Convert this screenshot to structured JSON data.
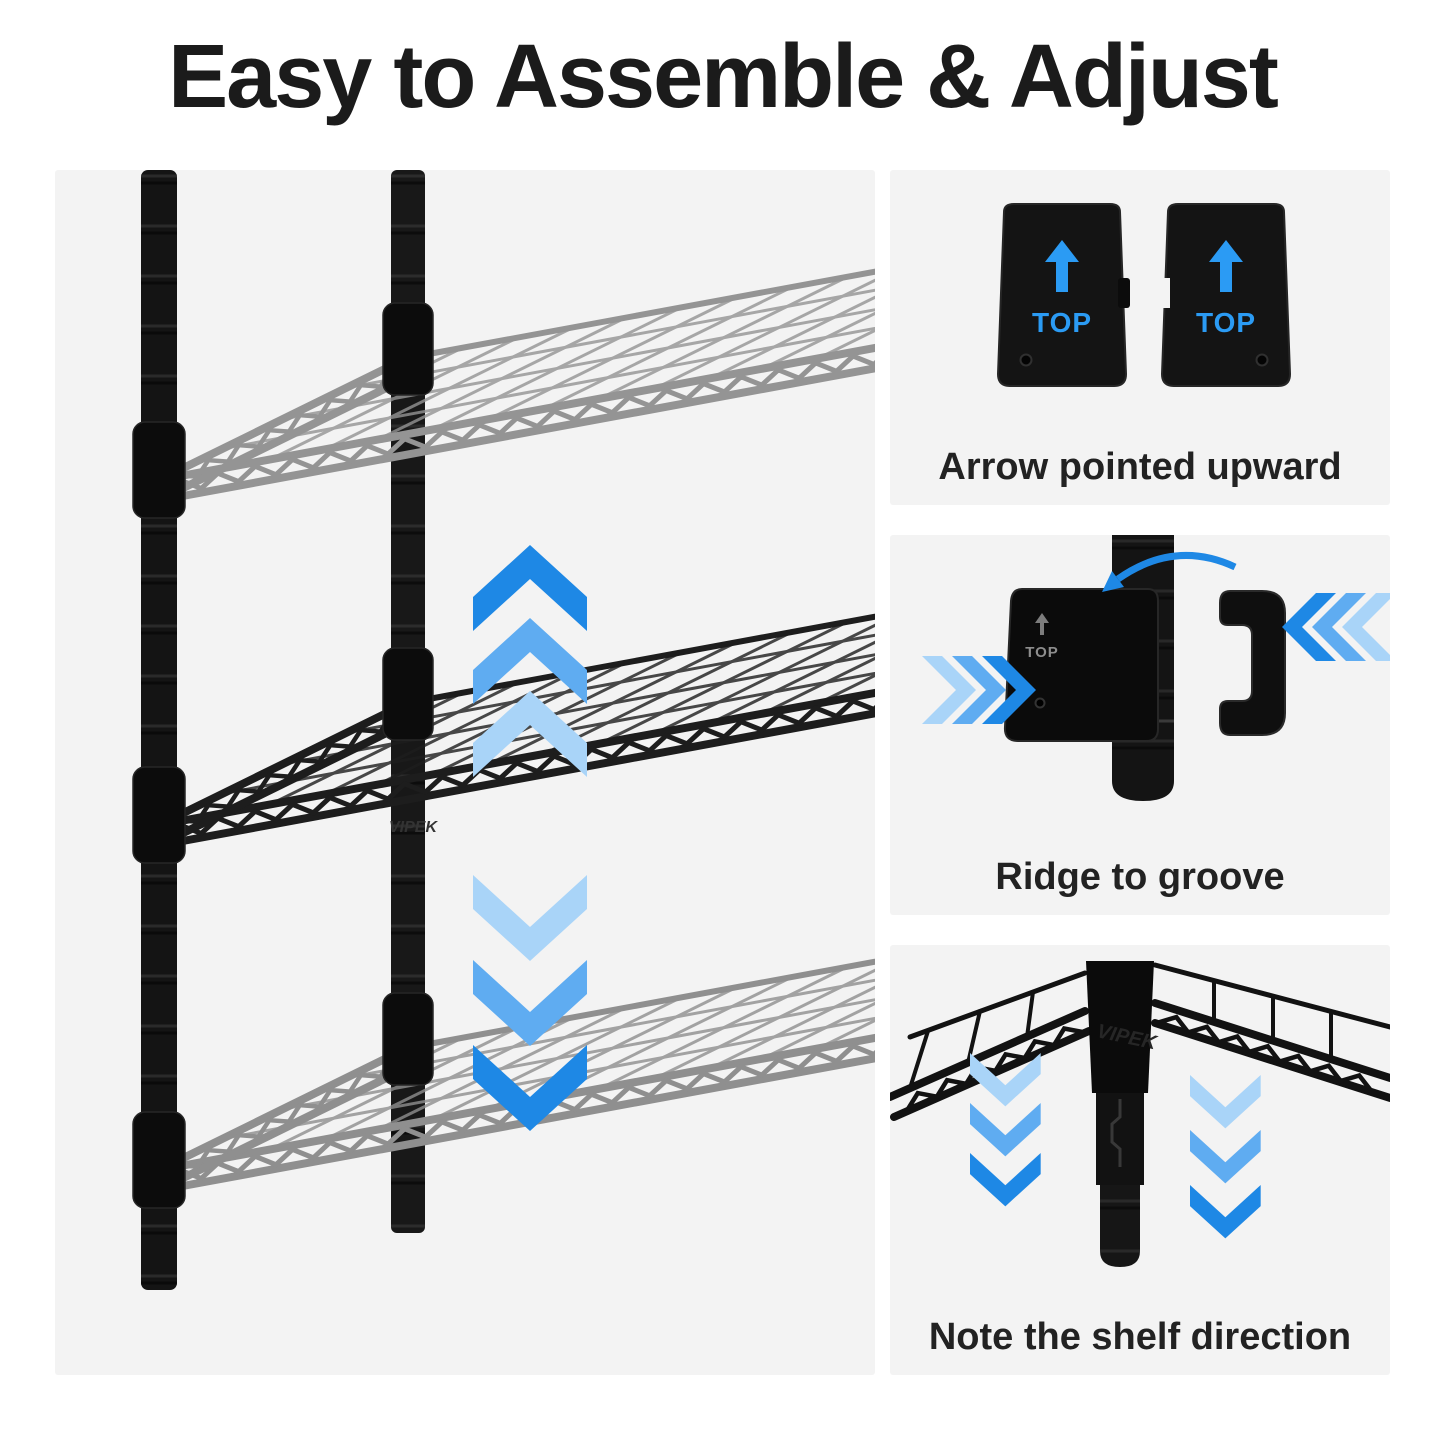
{
  "title": "Easy to Assemble & Adjust",
  "brand_embossed": "VIPEK",
  "colors": {
    "chevron_dark": "#1E88E5",
    "chevron_mid": "#5FACF1",
    "chevron_light": "#A9D4F8",
    "label_blue": "#2B9BF4",
    "panel_bg": "#F3F3F3",
    "title_ink": "#1B1B1B",
    "caption_ink": "#222222",
    "shelf_gray": "#949494",
    "shelf_black": "#1D1D1D"
  },
  "icons": {
    "adjust_up": "chevrons-up",
    "adjust_down": "chevrons-down",
    "sleeve_arrow": "arrow-up",
    "rotate": "curved-arrow",
    "slide_in_from_left": "chevrons-right",
    "slide_in_from_right": "chevrons-left",
    "shelf_drop_left": "chevrons-down",
    "shelf_drop_right": "chevrons-down"
  },
  "main_figure": {
    "description": "wire shelving unit with adjustable shelf heights"
  },
  "steps": [
    {
      "caption": "Arrow pointed upward",
      "labels": [
        "TOP",
        "TOP"
      ]
    },
    {
      "caption": "Ridge to groove",
      "clip_label": "TOP"
    },
    {
      "caption": "Note the shelf direction"
    }
  ]
}
